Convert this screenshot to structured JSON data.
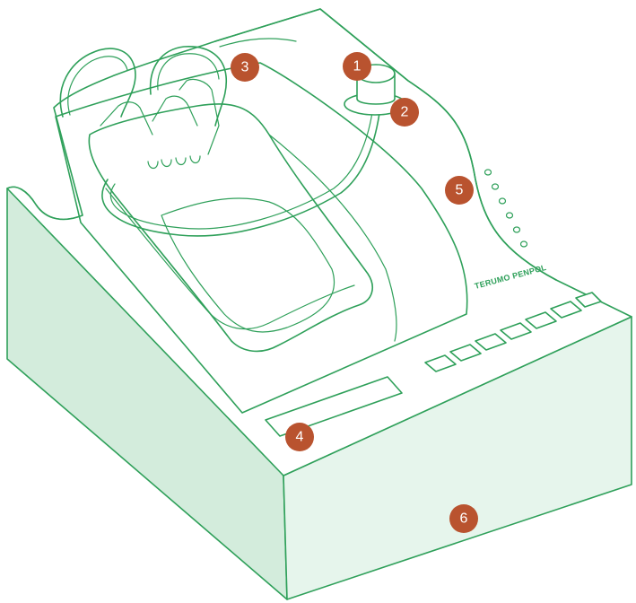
{
  "device": {
    "brand_label": "TERUMO PENPOL"
  },
  "markers": [
    {
      "number": "1"
    },
    {
      "number": "2"
    },
    {
      "number": "3"
    },
    {
      "number": "4"
    },
    {
      "number": "5"
    },
    {
      "number": "6"
    }
  ],
  "colors": {
    "line": "#2fa05a",
    "front_face": "#e6f5ec",
    "side_face": "#d3ecdc",
    "marker": "#b9532f"
  }
}
